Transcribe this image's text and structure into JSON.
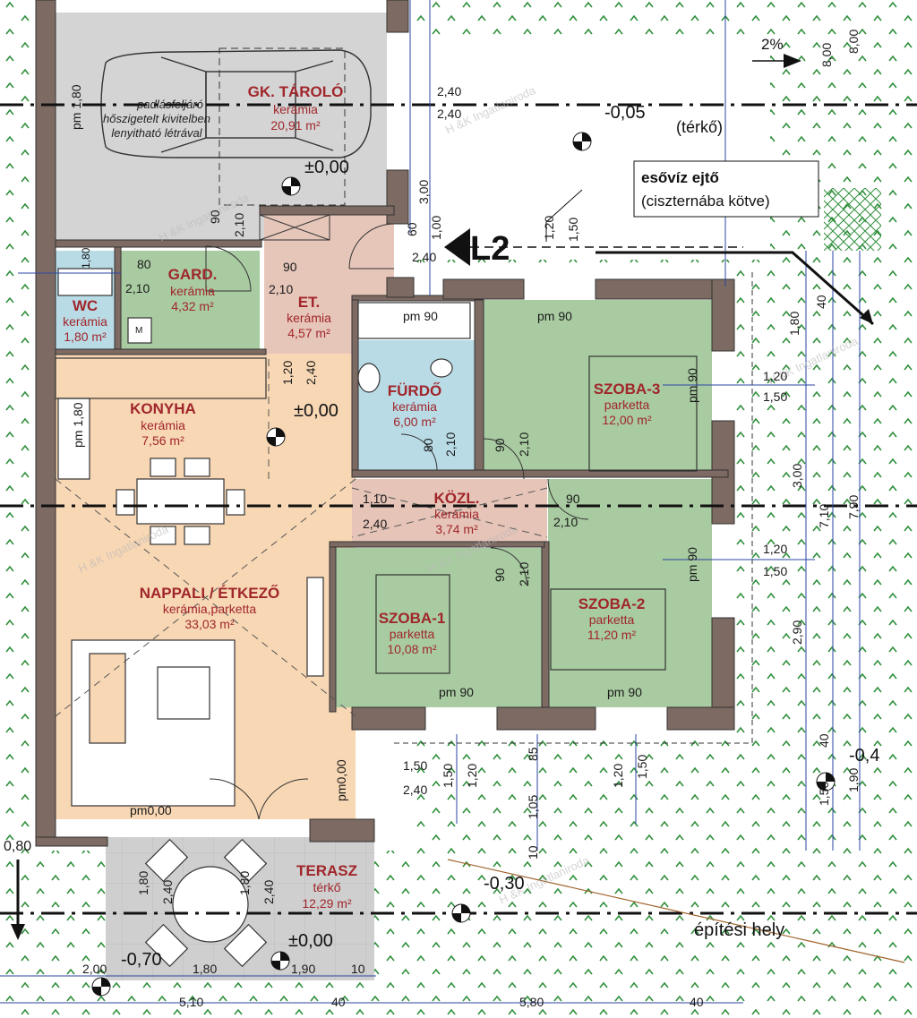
{
  "watermark": "H &K Ingatlaniroda",
  "colors": {
    "garage": "#d4d4d4",
    "room_green": "#a9cba1",
    "wc_blue": "#b9dbe6",
    "kitchen": "#f8d7b4",
    "entry": "#e7c6ba",
    "corridor": "#e6c4b8",
    "wall": "#7d6a62",
    "room_label": "#a0262b",
    "dim_blue": "#2b46a3",
    "grass": "#2f8f3b"
  },
  "rooms": {
    "garage": {
      "name": "GK. TÁROLÓ",
      "material": "kerámia",
      "area": "20,91 m²"
    },
    "garderobe": {
      "name": "GARD.",
      "material": "kerámia",
      "area": "4,32 m²"
    },
    "entry": {
      "name": "ET.",
      "material": "kerámia",
      "area": "4,57 m²"
    },
    "wc": {
      "name": "WC",
      "material": "kerámia",
      "area": "1,80 m²"
    },
    "kitchen": {
      "name": "KONYHA",
      "material": "kerámia",
      "area": "7,56 m²"
    },
    "bathroom": {
      "name": "FÜRDŐ",
      "material": "kerámia",
      "area": "6,00 m²"
    },
    "room3": {
      "name": "SZOBA-3",
      "material": "parketta",
      "area": "12,00 m²"
    },
    "corridor": {
      "name": "KÖZL.",
      "material": "kerámia",
      "area": "3,74 m²"
    },
    "living": {
      "name": "NAPPALI / ÉTKEZŐ",
      "material": "kerámia,parketta",
      "area": "33,03 m²"
    },
    "room1": {
      "name": "SZOBA-1",
      "material": "parketta",
      "area": "10,08 m²"
    },
    "room2": {
      "name": "SZOBA-2",
      "material": "parketta",
      "area": "11,20 m²"
    },
    "terrace": {
      "name": "TERASZ",
      "material": "térkő",
      "area": "12,29 m²"
    }
  },
  "notes": {
    "attic_line1": "padlásfeljáró",
    "attic_line2": "hőszigetelt kivitelben",
    "attic_line3": "lenyitható létrával",
    "rain_line1": "esővíz ejtő",
    "rain_line2": "(ciszternába kötve)",
    "paving": "(térkő)",
    "building_site": "építési hely",
    "section": "L2",
    "slope": "2%"
  },
  "levels": {
    "garage": "±0,00",
    "kitchen": "±0,00",
    "terrace": "±0,00",
    "yard": "-0,05",
    "south": "-0,30",
    "terrace_edge": "-0,70",
    "east": "-0,4"
  },
  "labels": {
    "pm90": "pm 90",
    "pm180": "pm 1,80",
    "pm000": "pm0,00",
    "pm000b": "pm0,00",
    "m": "M",
    "wc_small": "1,80"
  },
  "dims": {
    "d240a": "2,40",
    "d240b": "2,40",
    "d300": "3,00",
    "d800a": "8,00",
    "d800b": "8,00",
    "g90": "90",
    "g210": "2,10",
    "g80": "80",
    "g210b": "2,10",
    "e90": "90",
    "e210": "2,10",
    "e100": "1,00",
    "e150": "1,50",
    "e60": "60",
    "e240": "2,40",
    "k120": "1,20",
    "k240": "2,40",
    "c110": "1,10",
    "c240": "2,40",
    "c90": "90",
    "c210": "2,10",
    "b80": "80",
    "b210": "2,10",
    "r90": "90",
    "r210": "2,10",
    "r1_90": "90",
    "r1_210": "2,10",
    "s3_120": "1,20",
    "s3_150": "1,50",
    "s2_120": "1,20",
    "s2_150": "1,50",
    "top120": "1,20",
    "top150": "1,50",
    "rc40": "40",
    "rc180": "1,80",
    "rc300": "3,00",
    "rc290": "2,90",
    "rc710": "7,10",
    "rc790": "7,90",
    "rc40b": "40",
    "rc190": "1,90",
    "rc150": "1,50",
    "b150a": "1,50",
    "b240": "2,40",
    "b120": "1,20",
    "b150": "1,50",
    "b85": "85",
    "b105": "1,05",
    "b10": "10",
    "t180a": "1,80",
    "t240": "2,40",
    "t180b": "1,80",
    "t240b": "2,40",
    "bot200": "2,00",
    "bot180": "1,80",
    "bot190": "1,90",
    "bot10": "10",
    "bot510": "5,10",
    "bot40a": "40",
    "bot580": "5,80",
    "bot40b": "40",
    "left80": "0,80"
  }
}
